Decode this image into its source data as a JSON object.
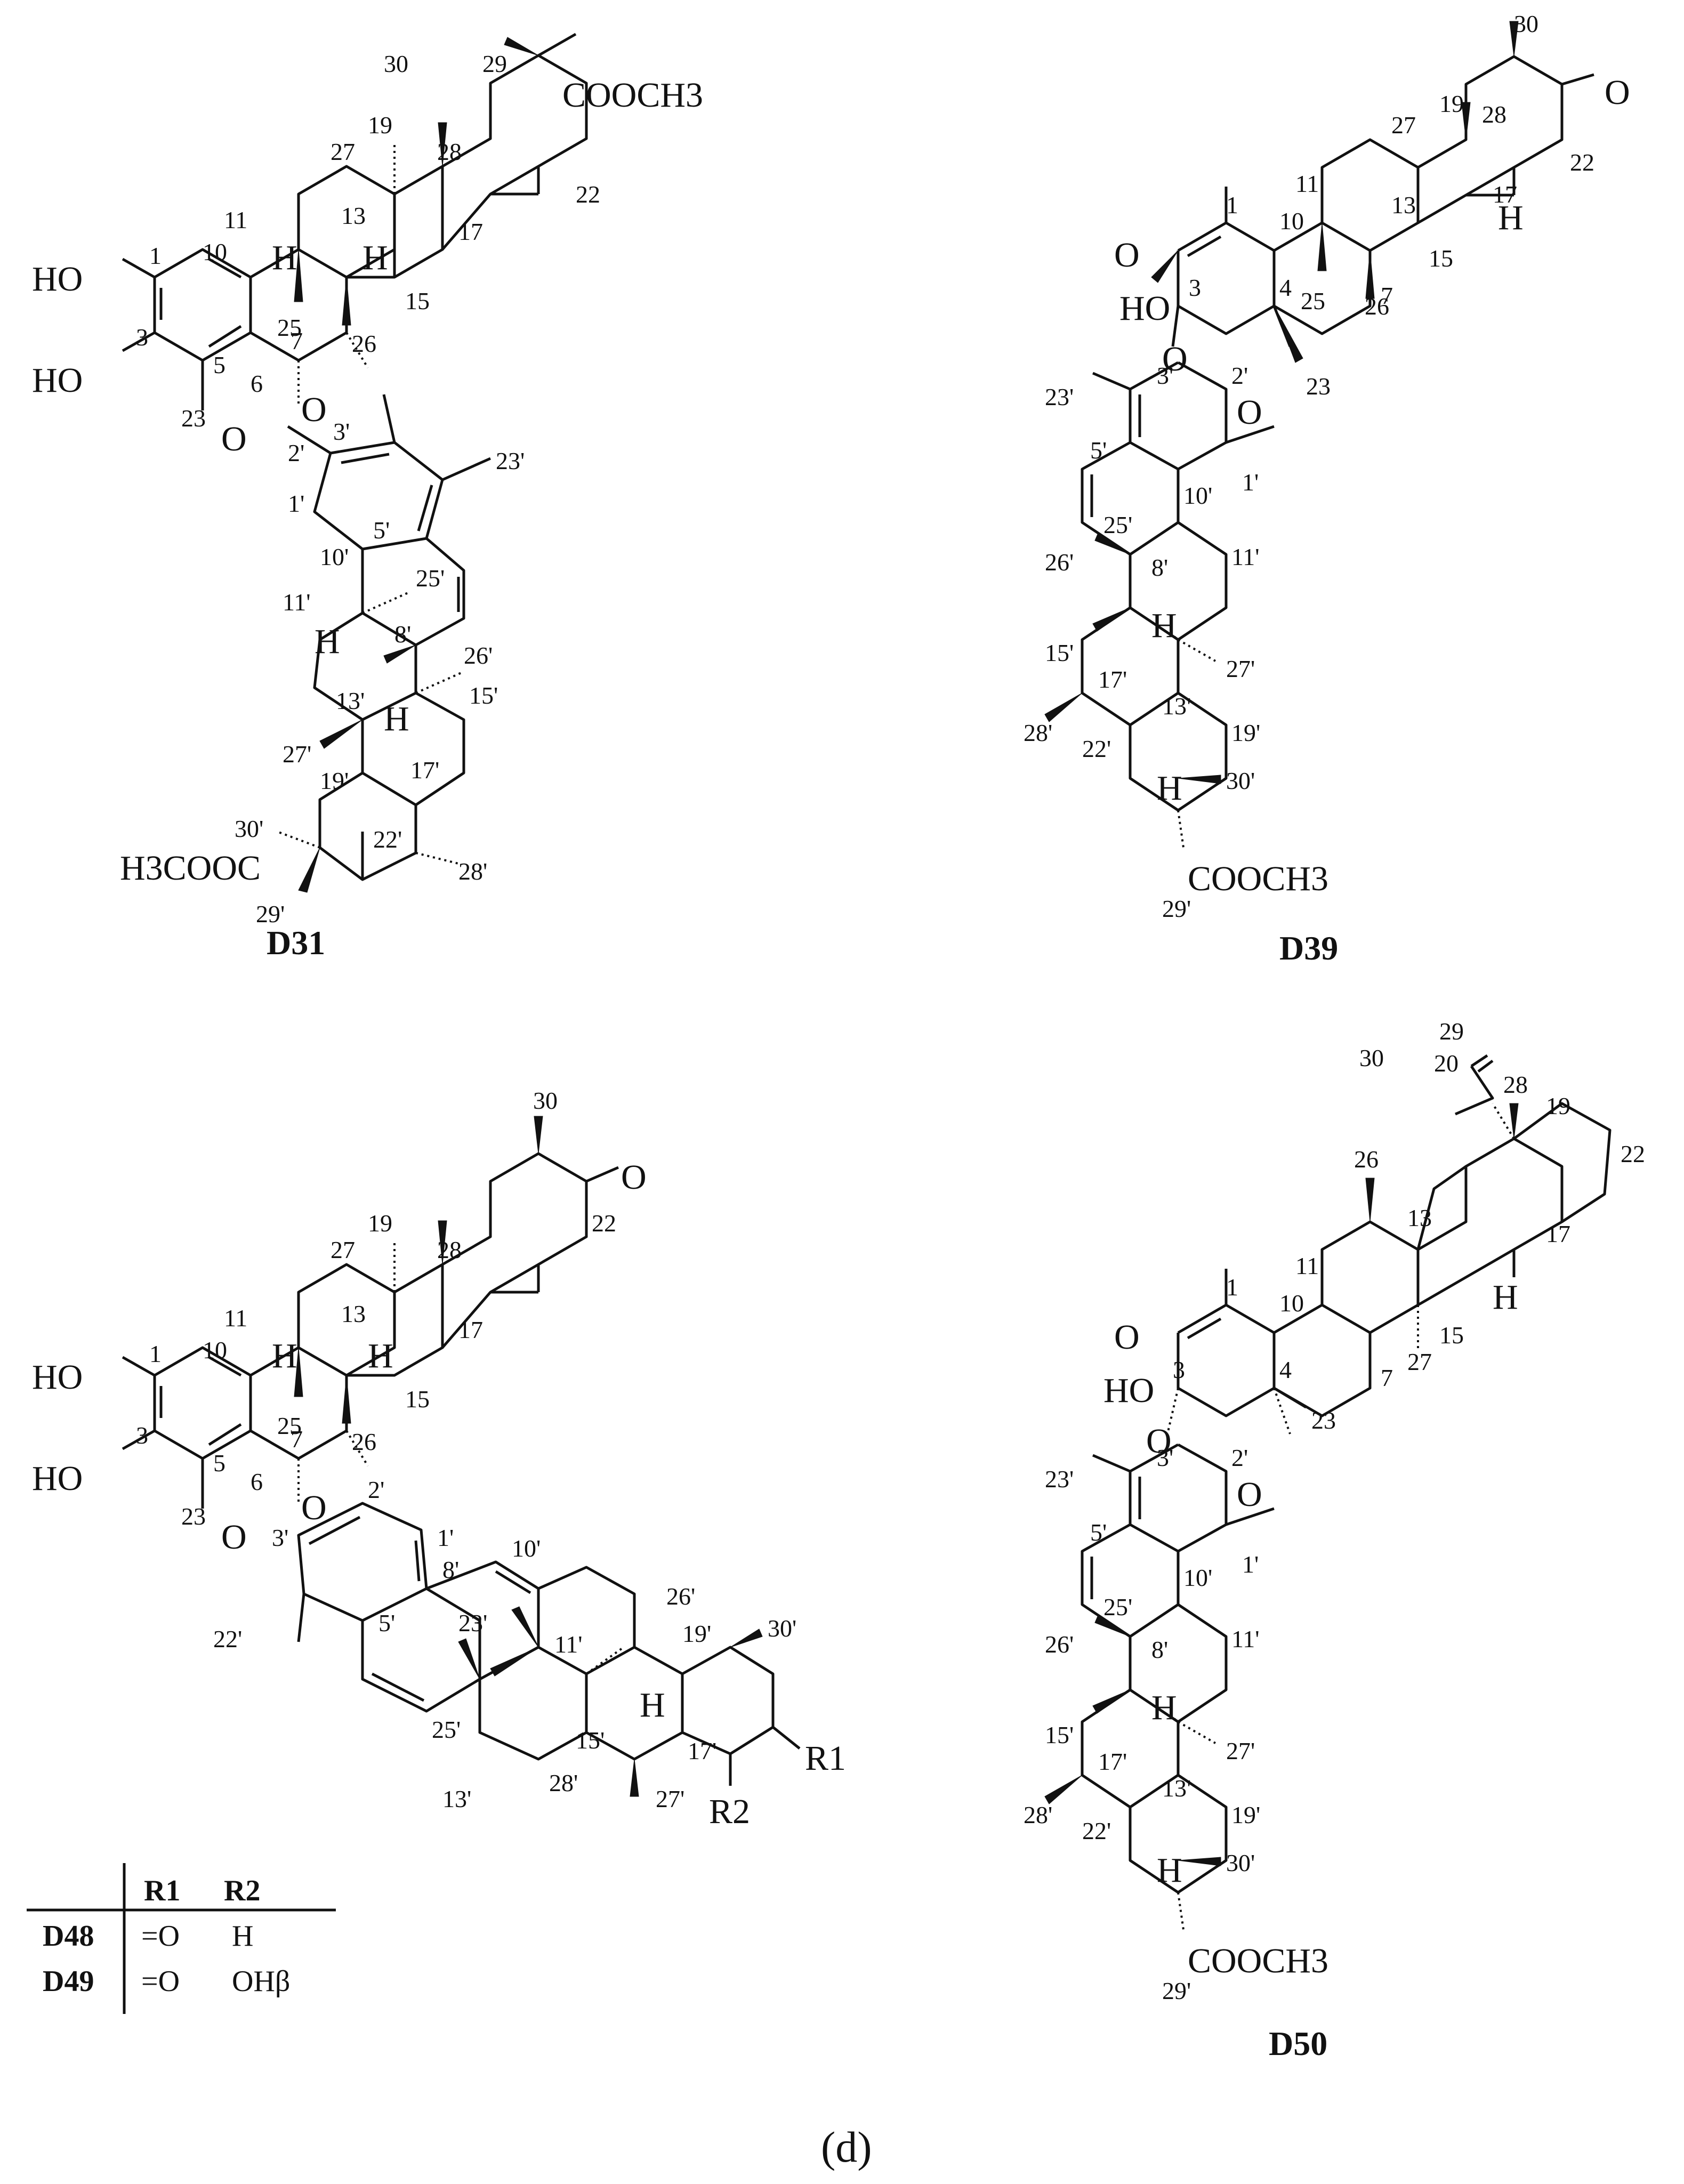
{
  "panel_label": "(d)",
  "compounds": {
    "d31": {
      "name": "D31",
      "groups": {
        "ester_top": "COOCH3",
        "ester_bottom": "H3COOC",
        "hydroxyl_2": "HO",
        "hydroxyl_3": "HO",
        "ether_O_6": "O",
        "ether_O_7": "O",
        "hydrogens": [
          "H",
          "H",
          "H",
          "H"
        ]
      },
      "locants": [
        "1",
        "3",
        "5",
        "6",
        "7",
        "10",
        "11",
        "13",
        "15",
        "17",
        "19",
        "22",
        "23",
        "25",
        "26",
        "27",
        "28",
        "29",
        "30",
        "1'",
        "2'",
        "3'",
        "5'",
        "8'",
        "10'",
        "11'",
        "13'",
        "15'",
        "17'",
        "19'",
        "22'",
        "23'",
        "25'",
        "26'",
        "27'",
        "28'",
        "29'",
        "30'"
      ]
    },
    "d39": {
      "name": "D39",
      "groups": {
        "ester": "COOCH3",
        "ketone_top": "O",
        "ketone_ring": "O",
        "hydroxyl": "HO",
        "ether_O_3": "O",
        "ether_O_4": "O",
        "hydrogens": [
          "H",
          "H",
          "H"
        ]
      },
      "locants": [
        "1",
        "3",
        "4",
        "7",
        "10",
        "11",
        "13",
        "15",
        "17",
        "19",
        "22",
        "23",
        "25",
        "26",
        "27",
        "28",
        "30",
        "1'",
        "2'",
        "3'",
        "5'",
        "8'",
        "10'",
        "11'",
        "13'",
        "15'",
        "17'",
        "19'",
        "22'",
        "23'",
        "25'",
        "26'",
        "27'",
        "28'",
        "29'",
        "30'"
      ]
    },
    "d48_49": {
      "groups": {
        "ketone": "O",
        "hydroxyl_2": "HO",
        "hydroxyl_3": "HO",
        "ether_O_6": "O",
        "ether_O_7": "O",
        "r1": "R1",
        "r2": "R2",
        "hydrogens": [
          "H",
          "H",
          "H"
        ]
      },
      "locants": [
        "1",
        "3",
        "5",
        "6",
        "7",
        "10",
        "11",
        "13",
        "15",
        "17",
        "19",
        "22",
        "23",
        "25",
        "26",
        "27",
        "28",
        "30",
        "1'",
        "2'",
        "3'",
        "5'",
        "8'",
        "10'",
        "11'",
        "13'",
        "15'",
        "17'",
        "19'",
        "22'",
        "23'",
        "25'",
        "26'",
        "27'",
        "28'",
        "30'"
      ],
      "table": {
        "headers": [
          "",
          "R1",
          "R2"
        ],
        "rows": [
          {
            "compound": "D48",
            "r1": "=O",
            "r2": "H"
          },
          {
            "compound": "D49",
            "r1": "=O",
            "r2": "OHβ"
          }
        ]
      }
    },
    "d50": {
      "name": "D50",
      "groups": {
        "ester": "COOCH3",
        "ketone": "O",
        "hydroxyl": "HO",
        "ether_O_3": "O",
        "ether_O_4": "O",
        "hydrogens": [
          "H",
          "H",
          "H"
        ]
      },
      "locants": [
        "1",
        "3",
        "4",
        "7",
        "10",
        "11",
        "13",
        "15",
        "17",
        "19",
        "20",
        "22",
        "23",
        "26",
        "27",
        "28",
        "29",
        "30",
        "1'",
        "2'",
        "3'",
        "5'",
        "8'",
        "10'",
        "11'",
        "13'",
        "15'",
        "17'",
        "19'",
        "22'",
        "23'",
        "25'",
        "26'",
        "27'",
        "28'",
        "29'",
        "30'"
      ]
    }
  }
}
